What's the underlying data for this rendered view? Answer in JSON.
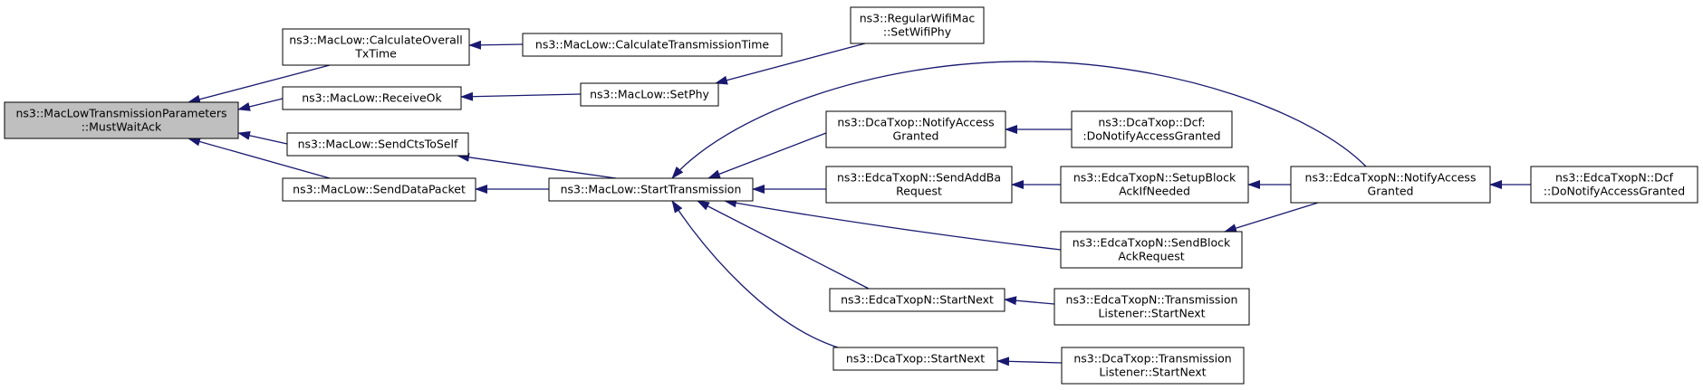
{
  "graph": {
    "colors": {
      "edge": "#191970",
      "node_fill": "#ffffff",
      "root_fill": "#bfbfbf",
      "border": "#000000"
    },
    "nodes": [
      {
        "id": "n0",
        "lines": [
          "ns3::MacLowTransmissionParameters",
          "::MustWaitAck"
        ],
        "root": true
      },
      {
        "id": "n1",
        "lines": [
          "ns3::MacLow::CalculateOverall",
          "TxTime"
        ]
      },
      {
        "id": "n2",
        "lines": [
          "ns3::MacLow::ReceiveOk"
        ]
      },
      {
        "id": "n3",
        "lines": [
          "ns3::MacLow::SendCtsToSelf"
        ]
      },
      {
        "id": "n4",
        "lines": [
          "ns3::MacLow::SendDataPacket"
        ]
      },
      {
        "id": "n5",
        "lines": [
          "ns3::MacLow::CalculateTransmissionTime"
        ]
      },
      {
        "id": "n6",
        "lines": [
          "ns3::MacLow::SetPhy"
        ]
      },
      {
        "id": "n7",
        "lines": [
          "ns3::MacLow::StartTransmission"
        ]
      },
      {
        "id": "n8",
        "lines": [
          "ns3::RegularWifiMac",
          "::SetWifiPhy"
        ]
      },
      {
        "id": "n9",
        "lines": [
          "ns3::DcaTxop::NotifyAccess",
          "Granted"
        ]
      },
      {
        "id": "n10",
        "lines": [
          "ns3::EdcaTxopN::SendAddBa",
          "Request"
        ]
      },
      {
        "id": "n11",
        "lines": [
          "ns3::EdcaTxopN::StartNext"
        ]
      },
      {
        "id": "n12",
        "lines": [
          "ns3::DcaTxop::StartNext"
        ]
      },
      {
        "id": "n13",
        "lines": [
          "ns3::DcaTxop::Dcf:",
          ":DoNotifyAccessGranted"
        ]
      },
      {
        "id": "n14",
        "lines": [
          "ns3::EdcaTxopN::SetupBlock",
          "AckIfNeeded"
        ]
      },
      {
        "id": "n15",
        "lines": [
          "ns3::EdcaTxopN::SendBlock",
          "AckRequest"
        ]
      },
      {
        "id": "n16",
        "lines": [
          "ns3::EdcaTxopN::Transmission",
          "Listener::StartNext"
        ]
      },
      {
        "id": "n17",
        "lines": [
          "ns3::DcaTxop::Transmission",
          "Listener::StartNext"
        ]
      },
      {
        "id": "n18",
        "lines": [
          "ns3::EdcaTxopN::NotifyAccess",
          "Granted"
        ]
      },
      {
        "id": "n19",
        "lines": [
          "ns3::EdcaTxopN::Dcf",
          "::DoNotifyAccessGranted"
        ]
      }
    ],
    "edges": [
      {
        "from": "n1",
        "to": "n0"
      },
      {
        "from": "n2",
        "to": "n0"
      },
      {
        "from": "n3",
        "to": "n0"
      },
      {
        "from": "n4",
        "to": "n0"
      },
      {
        "from": "n5",
        "to": "n1"
      },
      {
        "from": "n6",
        "to": "n2"
      },
      {
        "from": "n7",
        "to": "n3"
      },
      {
        "from": "n7",
        "to": "n4"
      },
      {
        "from": "n8",
        "to": "n6"
      },
      {
        "from": "n9",
        "to": "n7"
      },
      {
        "from": "n10",
        "to": "n7"
      },
      {
        "from": "n11",
        "to": "n7"
      },
      {
        "from": "n12",
        "to": "n7"
      },
      {
        "from": "n15",
        "to": "n7"
      },
      {
        "from": "n18",
        "to": "n7"
      },
      {
        "from": "n13",
        "to": "n9"
      },
      {
        "from": "n14",
        "to": "n10"
      },
      {
        "from": "n18",
        "to": "n14"
      },
      {
        "from": "n18",
        "to": "n15"
      },
      {
        "from": "n16",
        "to": "n11"
      },
      {
        "from": "n17",
        "to": "n12"
      },
      {
        "from": "n19",
        "to": "n18"
      }
    ]
  }
}
